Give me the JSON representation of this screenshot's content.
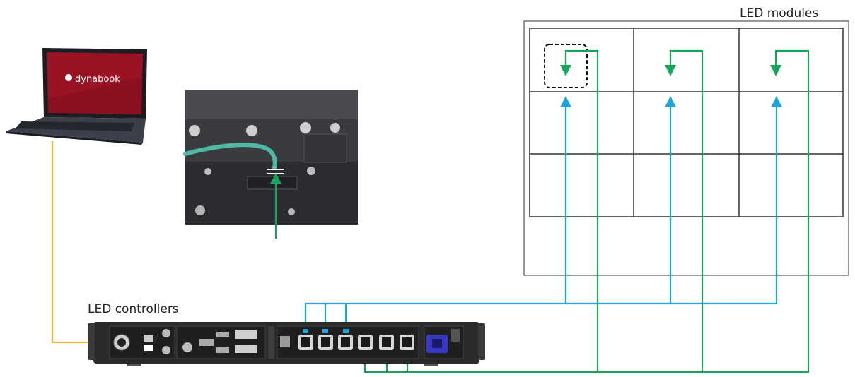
{
  "labels": {
    "led_modules": "LED modules",
    "led_controllers": "LED controllers",
    "laptop_brand": "dynabook"
  },
  "colors": {
    "usb_cable": "#f0b93a",
    "data_in": "#1aa6dc",
    "data_out": "#17a45b",
    "grid_line": "#3a3a3a",
    "controller_body": "#2a2a2a",
    "laptop_screen": "#8b1020",
    "photo_cable": "#4fb8a6",
    "power_port": "#3a38c8"
  },
  "led_grid": {
    "columns": 3,
    "rows": 3
  }
}
